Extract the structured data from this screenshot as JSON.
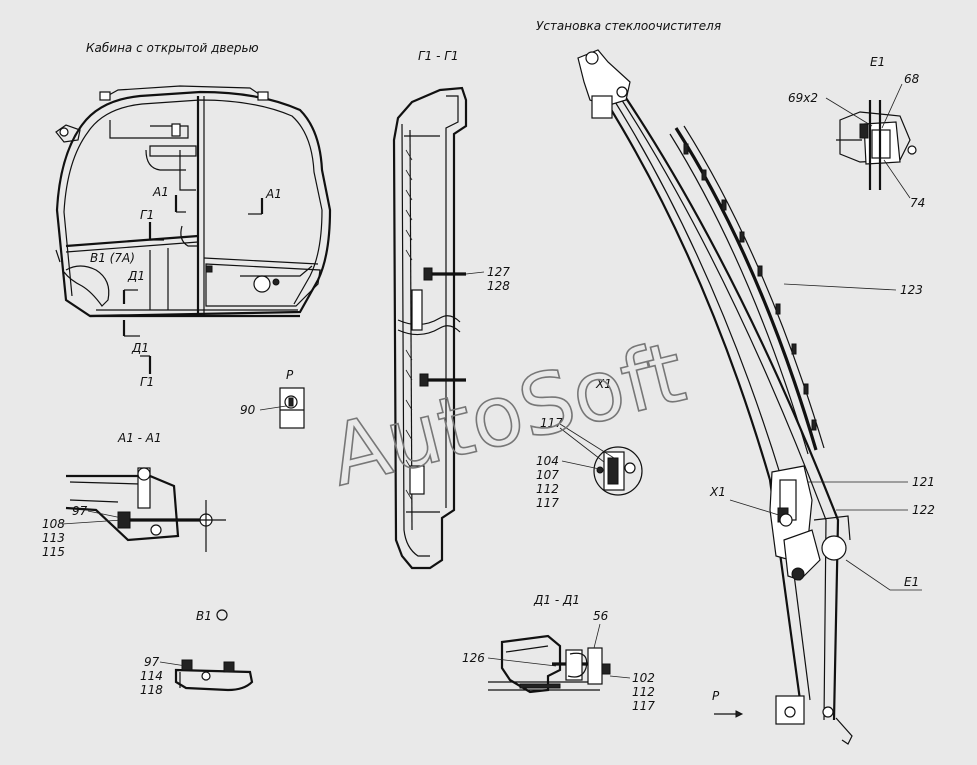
{
  "titles": {
    "cab": "Кабина с открытой дверью",
    "wiper": "Установка стеклоочистителя",
    "g1": "Г1 - Г1",
    "a1": "А1 - А1",
    "v1": "В1",
    "d1": "Д1 - Д1",
    "e1": "Е1",
    "p": "Р"
  },
  "markers": {
    "a1": "А1",
    "g1": "Г1",
    "d1": "Д1",
    "v1": "В1 (7А)",
    "x1": "Х1",
    "p": "Р",
    "e1": "Е1"
  },
  "callouts": {
    "n127": "127",
    "n128": "128",
    "n90": "90",
    "n97": "97",
    "n108": "108",
    "n113": "113",
    "n115": "115",
    "n114": "114",
    "n118": "118",
    "n117": "117",
    "n104": "104",
    "n107": "107",
    "n112": "112",
    "n126": "126",
    "n56": "56",
    "n102": "102",
    "n69x2": "69х2",
    "n68": "68",
    "n74": "74",
    "n123": "123",
    "n121": "121",
    "n122": "122"
  },
  "watermark": "AutoSoft"
}
